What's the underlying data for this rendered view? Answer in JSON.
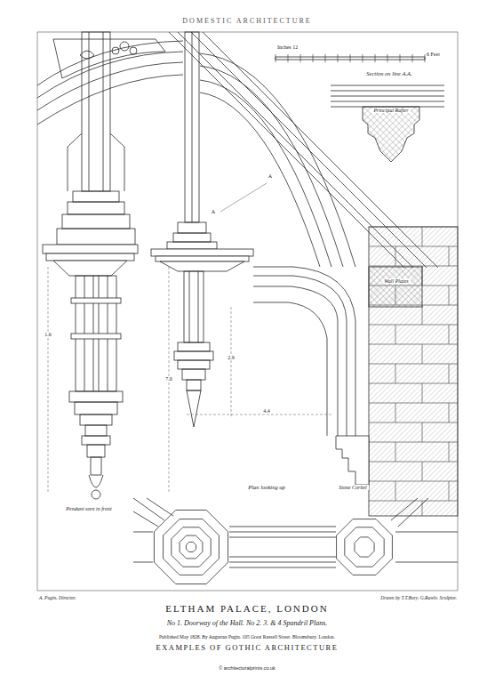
{
  "diagram": {
    "title": "ELTHAM PALACE, LONDON",
    "caption": "No 1. Doorway of the Hall. No 2. 3. & 4 Spandril Plans.",
    "labels": [
      "DOMESTIC ARCHITECTURE",
      "Inches 12",
      "6 Feet",
      "Section on line A.A.",
      "Principal Rafter",
      "Wall Plates",
      "Stone Corbel",
      "Plan looking up",
      "Pendant seen in front",
      "A",
      "A",
      "2.9",
      "4.4",
      "7.0",
      "1.6",
      "A. Pugin. Director.",
      "Drawn by T.T.Bury. G.Rawle. Sculptor.",
      "Published May 1828. By Augustus Pugin. 105 Great Russell Street. Bloomsbury. London.",
      "EXAMPLES OF GOTHIC ARCHITECTURE",
      "© architecturalprints.co.uk"
    ]
  }
}
